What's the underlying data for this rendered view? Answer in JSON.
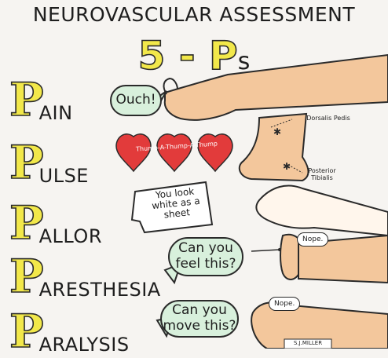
{
  "title": "NEUROVASCULAR ASSESSMENT",
  "header": {
    "count": "5 - P",
    "suffix": "s"
  },
  "items": [
    {
      "initial": "P",
      "rest": "AIN",
      "bubble": "Ouch!"
    },
    {
      "initial": "P",
      "rest": "ULSE",
      "banner": "Thump-A-Thump-A-Thump",
      "labels": {
        "dorsalis": "Dorsalis Pedis",
        "posterior": "Posterior Tibialis"
      }
    },
    {
      "initial": "P",
      "rest": "ALLOR",
      "note": "You look white as a sheet"
    },
    {
      "initial": "P",
      "rest": "ARESTHESIA",
      "bubble": "Can you feel this?",
      "reply": "Nope."
    },
    {
      "initial": "P",
      "rest": "ARALYSIS",
      "bubble": "Can you move this?",
      "reply": "Nope."
    }
  ],
  "signature": "S.J.MILLER",
  "colors": {
    "letter_fill": "#f2e84a",
    "bubble_fill": "#d8f0dc",
    "heart": "#e23b3b",
    "skin": "#f3c79c"
  }
}
